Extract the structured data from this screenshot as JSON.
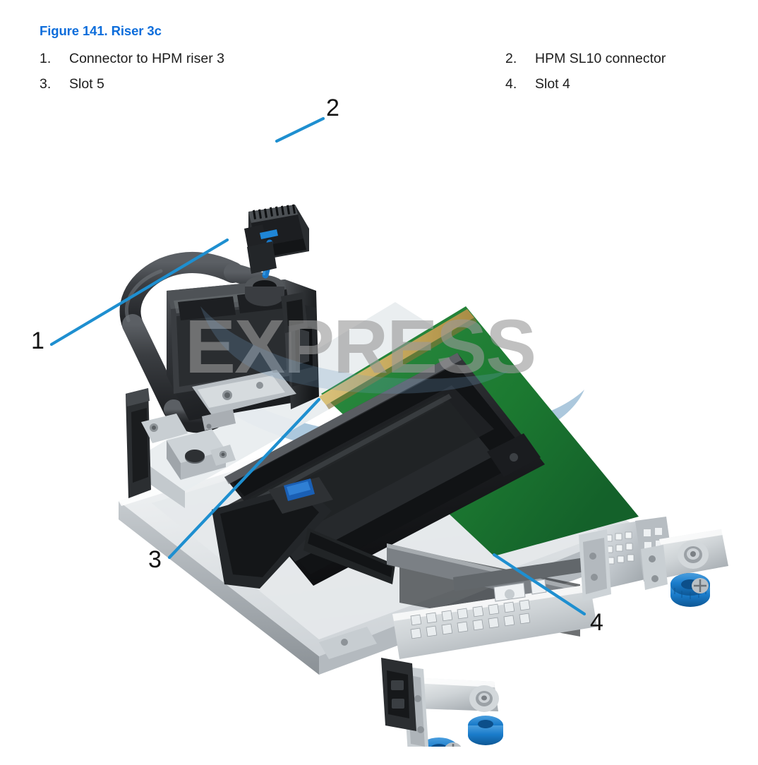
{
  "figure": {
    "title": "Figure 141. Riser 3c",
    "title_color": "#0d6ddb",
    "legend": [
      {
        "num": "1.",
        "label": "Connector to HPM riser 3"
      },
      {
        "num": "2.",
        "label": "HPM SL10 connector"
      },
      {
        "num": "3.",
        "label": "Slot 5"
      },
      {
        "num": "4.",
        "label": "Slot 4"
      }
    ],
    "callouts": [
      {
        "id": "1",
        "text": "1"
      },
      {
        "id": "2",
        "text": "2"
      },
      {
        "id": "3",
        "text": "3"
      },
      {
        "id": "4",
        "text": "4"
      }
    ],
    "watermark": {
      "text": "EXPRESS",
      "text_color": "#a8a8a8",
      "arc_color": "#8fb2cd"
    },
    "colors": {
      "leader_line": "#1e8fd0",
      "callout_text": "#141414",
      "plastic_dark": "#2f3134",
      "plastic_mid": "#4a4d51",
      "metal_light": "#dfe2e4",
      "metal_mid": "#b9bec2",
      "metal_dark": "#8d9296",
      "pcb_green": "#1f7a32",
      "pcb_gold": "#c9ae62",
      "thumbscrew_blue": "#1878c8",
      "accent_blue": "#1270c4"
    }
  }
}
